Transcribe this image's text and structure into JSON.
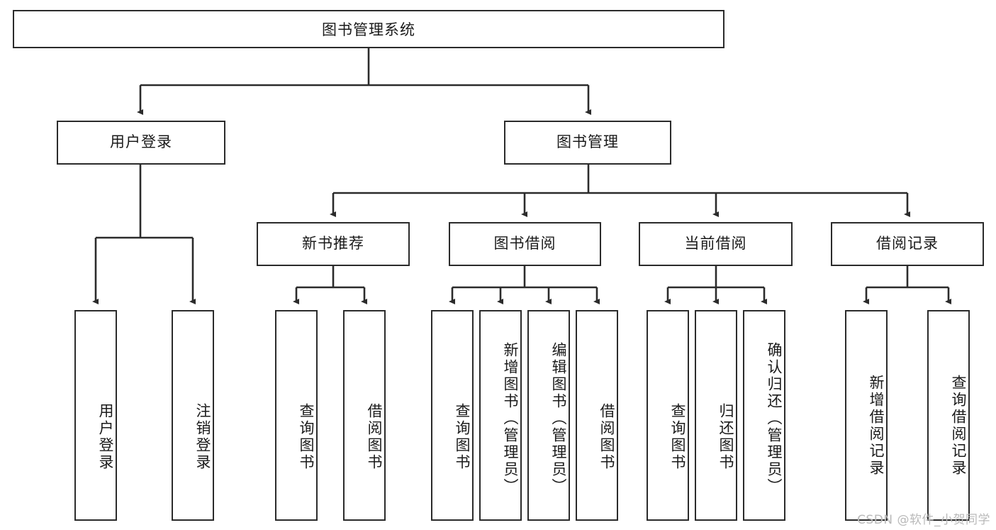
{
  "diagram": {
    "title": "图书管理系统",
    "type": "function-structure-tree",
    "orientation": "top-down",
    "edge_color": "#2b2b2b",
    "node_border_color": "#2b2b2b",
    "node_fill_color": "#ffffff",
    "text_color": "#1a1a1a"
  },
  "root": {
    "label": "图书管理系统"
  },
  "level2": [
    {
      "id": "user-login",
      "label": "用户登录"
    },
    {
      "id": "book-manage",
      "label": "图书管理"
    }
  ],
  "level3": [
    {
      "id": "new-book-recommend",
      "label": "新书推荐"
    },
    {
      "id": "book-borrow",
      "label": "图书借阅"
    },
    {
      "id": "current-borrow",
      "label": "当前借阅"
    },
    {
      "id": "borrow-record",
      "label": "借阅记录"
    }
  ],
  "leaves": {
    "user_login": [
      {
        "id": "leaf-user-login",
        "label": "用户登录"
      },
      {
        "id": "leaf-logout-login",
        "label": "注销登录"
      }
    ],
    "new_book_recommend": [
      {
        "id": "leaf-query-book-1",
        "label": "查询图书"
      },
      {
        "id": "leaf-borrow-book-1",
        "label": "借阅图书"
      }
    ],
    "book_borrow": [
      {
        "id": "leaf-query-book-2",
        "label": "查询图书"
      },
      {
        "id": "leaf-add-book",
        "label": "新增图书（管理员）"
      },
      {
        "id": "leaf-edit-book",
        "label": "编辑图书（管理员）"
      },
      {
        "id": "leaf-borrow-book-2",
        "label": "借阅图书"
      }
    ],
    "current_borrow": [
      {
        "id": "leaf-query-book-3",
        "label": "查询图书"
      },
      {
        "id": "leaf-return-book",
        "label": "归还图书"
      },
      {
        "id": "leaf-confirm-return",
        "label": "确认归还（管理员）"
      }
    ],
    "borrow_record": [
      {
        "id": "leaf-add-record",
        "label": "新增借阅记录"
      },
      {
        "id": "leaf-query-record",
        "label": "查询借阅记录"
      }
    ]
  },
  "watermark": {
    "text": "CSDN @软件_小贺同学"
  }
}
